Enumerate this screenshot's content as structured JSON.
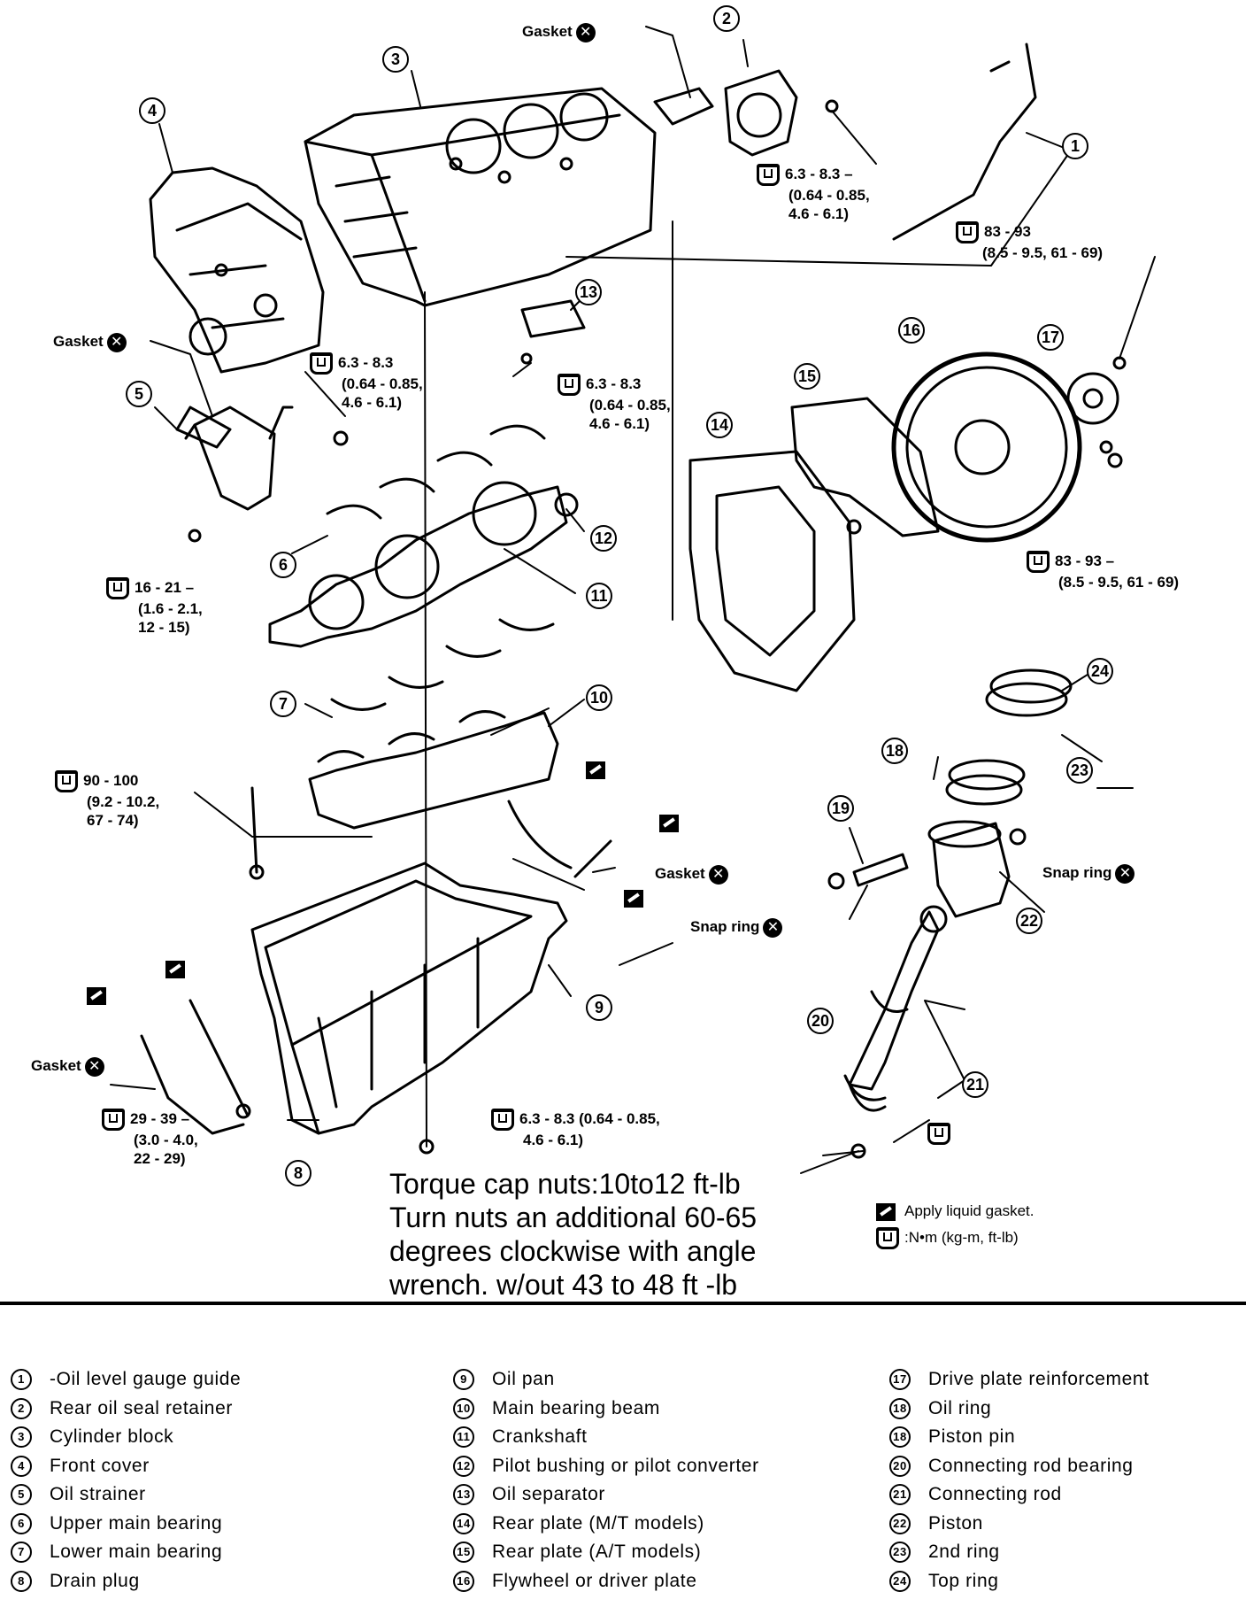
{
  "callouts": {
    "n1": "1",
    "n2": "2",
    "n3": "3",
    "n4": "4",
    "n5": "5",
    "n6": "6",
    "n7": "7",
    "n8": "8",
    "n9": "9",
    "n10": "10",
    "n11": "11",
    "n12": "12",
    "n13": "13",
    "n14": "14",
    "n15": "15",
    "n16": "16",
    "n17": "17",
    "n18": "18",
    "n19": "19",
    "n20": "20",
    "n21": "21",
    "n22": "22",
    "n23": "23",
    "n24": "24"
  },
  "labels": {
    "gasket": "Gasket",
    "snap_ring": "Snap ring",
    "torque_a": [
      "6.3 - 8.3 –",
      "(0.64 - 0.85,",
      "4.6 - 6.1)"
    ],
    "torque_b": [
      "83 - 93",
      "(8.5 - 9.5, 61 - 69)"
    ],
    "torque_c": [
      "6.3 - 8.3",
      "(0.64 - 0.85,",
      "4.6 - 6.1)"
    ],
    "torque_d": [
      "6.3 - 8.3",
      "(0.64 - 0.85,",
      "4.6 - 6.1)"
    ],
    "torque_e": [
      "16 - 21 –",
      "(1.6 - 2.1,",
      "12 - 15)"
    ],
    "torque_f": [
      "83 - 93 –",
      "(8.5 - 9.5, 61 - 69)"
    ],
    "torque_g": [
      "90 - 100",
      "(9.2 - 10.2,",
      "67 - 74)"
    ],
    "torque_h": [
      "29 - 39 –",
      "(3.0 - 4.0,",
      "22 - 29)"
    ],
    "torque_i": [
      "6.3 - 8.3 (0.64 - 0.85,",
      "4.6 - 6.1)"
    ]
  },
  "note": [
    "Torque cap nuts:10to12 ft-lb",
    "Turn nuts an additional 60-65",
    "degrees clockwise with angle",
    "wrench. w/out 43 to 48 ft -lb"
  ],
  "legend": {
    "liquid_gasket": "Apply liquid gasket.",
    "torque_units": ":N•m (kg-m, ft-lb)"
  },
  "parts_list": {
    "col1": [
      {
        "num": "1",
        "name": "-Oil level gauge guide"
      },
      {
        "num": "2",
        "name": "Rear oil seal retainer"
      },
      {
        "num": "3",
        "name": "Cylinder block"
      },
      {
        "num": "4",
        "name": "Front cover"
      },
      {
        "num": "5",
        "name": "Oil strainer"
      },
      {
        "num": "6",
        "name": "Upper main bearing"
      },
      {
        "num": "7",
        "name": "Lower main bearing"
      },
      {
        "num": "8",
        "name": "Drain plug"
      }
    ],
    "col2": [
      {
        "num": "9",
        "name": "Oil pan"
      },
      {
        "num": "10",
        "name": "Main bearing beam"
      },
      {
        "num": "11",
        "name": "Crankshaft"
      },
      {
        "num": "12",
        "name": "Pilot bushing or pilot converter"
      },
      {
        "num": "13",
        "name": "Oil separator"
      },
      {
        "num": "14",
        "name": "Rear plate (M/T models)"
      },
      {
        "num": "15",
        "name": "Rear plate (A/T models)"
      },
      {
        "num": "16",
        "name": "Flywheel or driver plate"
      }
    ],
    "col3": [
      {
        "num": "17",
        "name": "Drive plate reinforcement"
      },
      {
        "num": "18",
        "name": "Oil ring"
      },
      {
        "num": "18",
        "name": "Piston pin"
      },
      {
        "num": "20",
        "name": "Connecting rod bearing"
      },
      {
        "num": "21",
        "name": "Connecting rod"
      },
      {
        "num": "22",
        "name": "Piston"
      },
      {
        "num": "23",
        "name": "2nd ring"
      },
      {
        "num": "24",
        "name": "Top ring"
      }
    ]
  }
}
